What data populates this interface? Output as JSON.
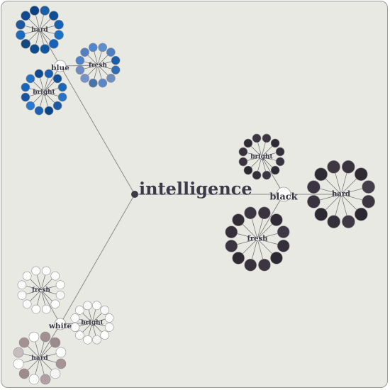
{
  "root": {
    "label": "intelligence"
  },
  "groups": [
    {
      "label": "blue",
      "clusters": [
        {
          "label": "hard",
          "colors": [
            "#1a5fa8",
            "#0f4e93",
            "#1662b6",
            "#1a72c6",
            "#1662b8",
            "#11559f",
            "#0d4c8d",
            "#154a7c",
            "#1b6cc0",
            "#1f58a0",
            "#124a92",
            "#0a4385"
          ]
        },
        {
          "label": "fresh",
          "colors": [
            "#5c8fd0",
            "#4d7fc2",
            "#1b5da9",
            "#2e6cb4",
            "#6f8fc0",
            "#5b86c8",
            "#4a73a8",
            "#7693c7",
            "#6a8dc6",
            "#4f83ca",
            "#557fbf",
            "#4e86d0"
          ]
        },
        {
          "label": "bright",
          "colors": [
            "#1c61b1",
            "#124f98",
            "#1b66b8",
            "#2a72c6",
            "#1d5aa4",
            "#0c468a",
            "#1b63b2",
            "#2a78cf",
            "#1953a0",
            "#1566be",
            "#2272c8",
            "#0e4a8e"
          ]
        }
      ]
    },
    {
      "label": "black",
      "clusters": [
        {
          "label": "bright",
          "colors": [
            "#3b3640",
            "#2f2a33",
            "#35303a",
            "#3a3440",
            "#2e2a33",
            "#3a3540",
            "#332e38",
            "#2c2830",
            "#3a3541",
            "#37323c",
            "#2f2a34",
            "#3b3641"
          ]
        },
        {
          "label": "hard",
          "colors": [
            "#38333d",
            "#2f2a34",
            "#433e49",
            "#3a3540",
            "#2c2831",
            "#3e3944",
            "#34303a",
            "#2d2932",
            "#38333e",
            "#3a3540",
            "#2f2b34",
            "#3d3842"
          ]
        },
        {
          "label": "fresh",
          "colors": [
            "#39343e",
            "#2f2a34",
            "#3d3843",
            "#34303a",
            "#2c2831",
            "#3b3641",
            "#36313c",
            "#2e2a33",
            "#3a3540",
            "#35303a",
            "#312c36",
            "#3b3641"
          ]
        }
      ]
    },
    {
      "label": "white",
      "clusters": [
        {
          "label": "fresh",
          "colors": [
            "#ffffff",
            "#fbfbfb",
            "#ffffff",
            "#f6f6f6",
            "#ffffff",
            "#fdfdfd",
            "#ffffff",
            "#f9f9f9",
            "#ffffff",
            "#fafafa",
            "#ffffff",
            "#fcfcfc"
          ]
        },
        {
          "label": "bright",
          "colors": [
            "#ffffff",
            "#f8f8f8",
            "#ffffff",
            "#fbfbfb",
            "#ffffff",
            "#f4f4f4",
            "#ffffff",
            "#fafafa",
            "#ffffff",
            "#fcfcfc",
            "#ffffff",
            "#f7f7f7"
          ]
        },
        {
          "label": "hard",
          "colors": [
            "#a28f92",
            "#9c8a8d",
            "#ffffff",
            "#a69396",
            "#f5f5f5",
            "#b0a0a3",
            "#ffffff",
            "#9d8b8e",
            "#ffffff",
            "#c7bcbe",
            "#a39194",
            "#ffffff"
          ]
        }
      ]
    }
  ]
}
